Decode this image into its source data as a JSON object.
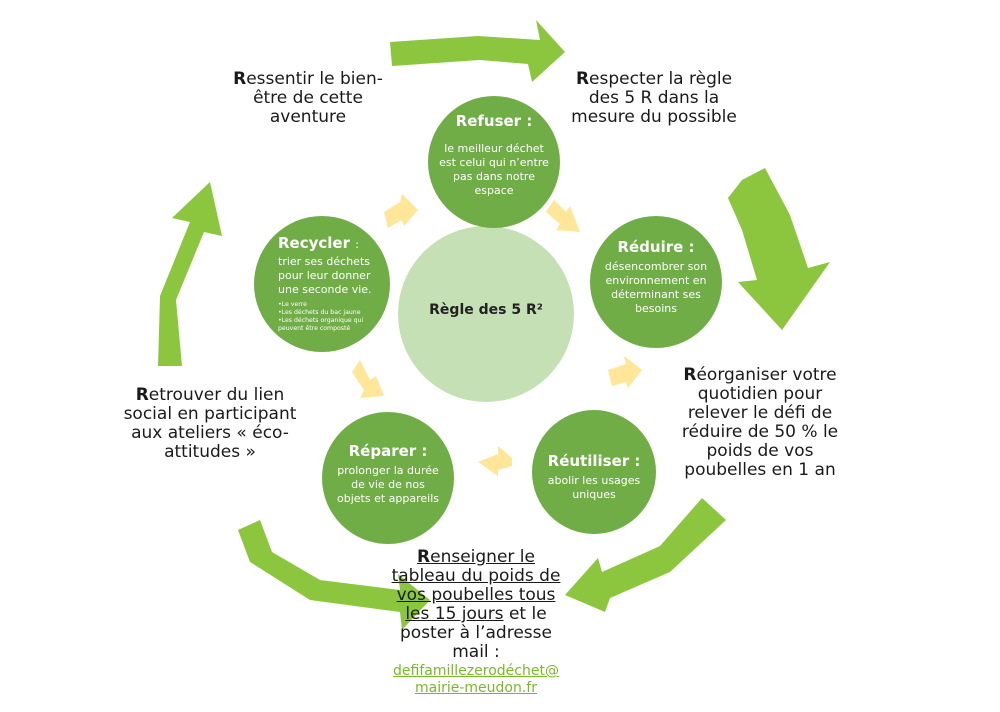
{
  "center": {
    "label": "Règle des 5 R²"
  },
  "circles": {
    "refuser": {
      "title": "Refuser",
      "desc": "le meilleur déchet est celui qui n’entre pas dans notre espace"
    },
    "reduire": {
      "title": "Réduire :",
      "desc": "désencombrer son environnement en déterminant ses besoins"
    },
    "reutiliser": {
      "title": "Réutiliser :",
      "desc": "abolir les usages uniques"
    },
    "reparer": {
      "title": "Réparer :",
      "desc": "prolonger la durée de vie de nos objets et appareils"
    },
    "recycler": {
      "title": "Recycler",
      "desc": "trier ses déchets pour leur donner une seconde vie.",
      "list": [
        "Le verre",
        "Les déchets du bac jaune",
        "Les déchets organique qui peuvent être composté"
      ]
    }
  },
  "outer": {
    "respecter": {
      "initial": "R",
      "rest": "especter la règle des 5 R dans la mesure du possible"
    },
    "reorganiser": {
      "initial": "R",
      "rest": "éorganiser votre quotidien pour relever le défi de réduire de 50 % le poids de vos poubelles en 1 an"
    },
    "renseigner": {
      "initial": "R",
      "underlined": "enseigner le tableau du poids de vos poubelles tous les 15 jours",
      "rest": " et le poster à l’adresse mail :",
      "email_line1": "defifamillezerodéchet@",
      "email_line2": "mairie-meudon.fr"
    },
    "retrouver": {
      "initial": "R",
      "rest": "etrouver du lien social en participant aux ateliers « éco-attitudes »"
    },
    "ressentir": {
      "initial": "R",
      "rest": "essentir le bien-être de cette aventure"
    }
  },
  "colors": {
    "circle": "#70ad47",
    "center": "#c5e0b4",
    "arrow_outer": "#8cc63f",
    "arrow_inner": "#ffe699",
    "email": "#7ab827"
  },
  "icons": {
    "outer_arrow": "curved-arrow-icon",
    "inner_arrow": "small-arrow-icon"
  }
}
